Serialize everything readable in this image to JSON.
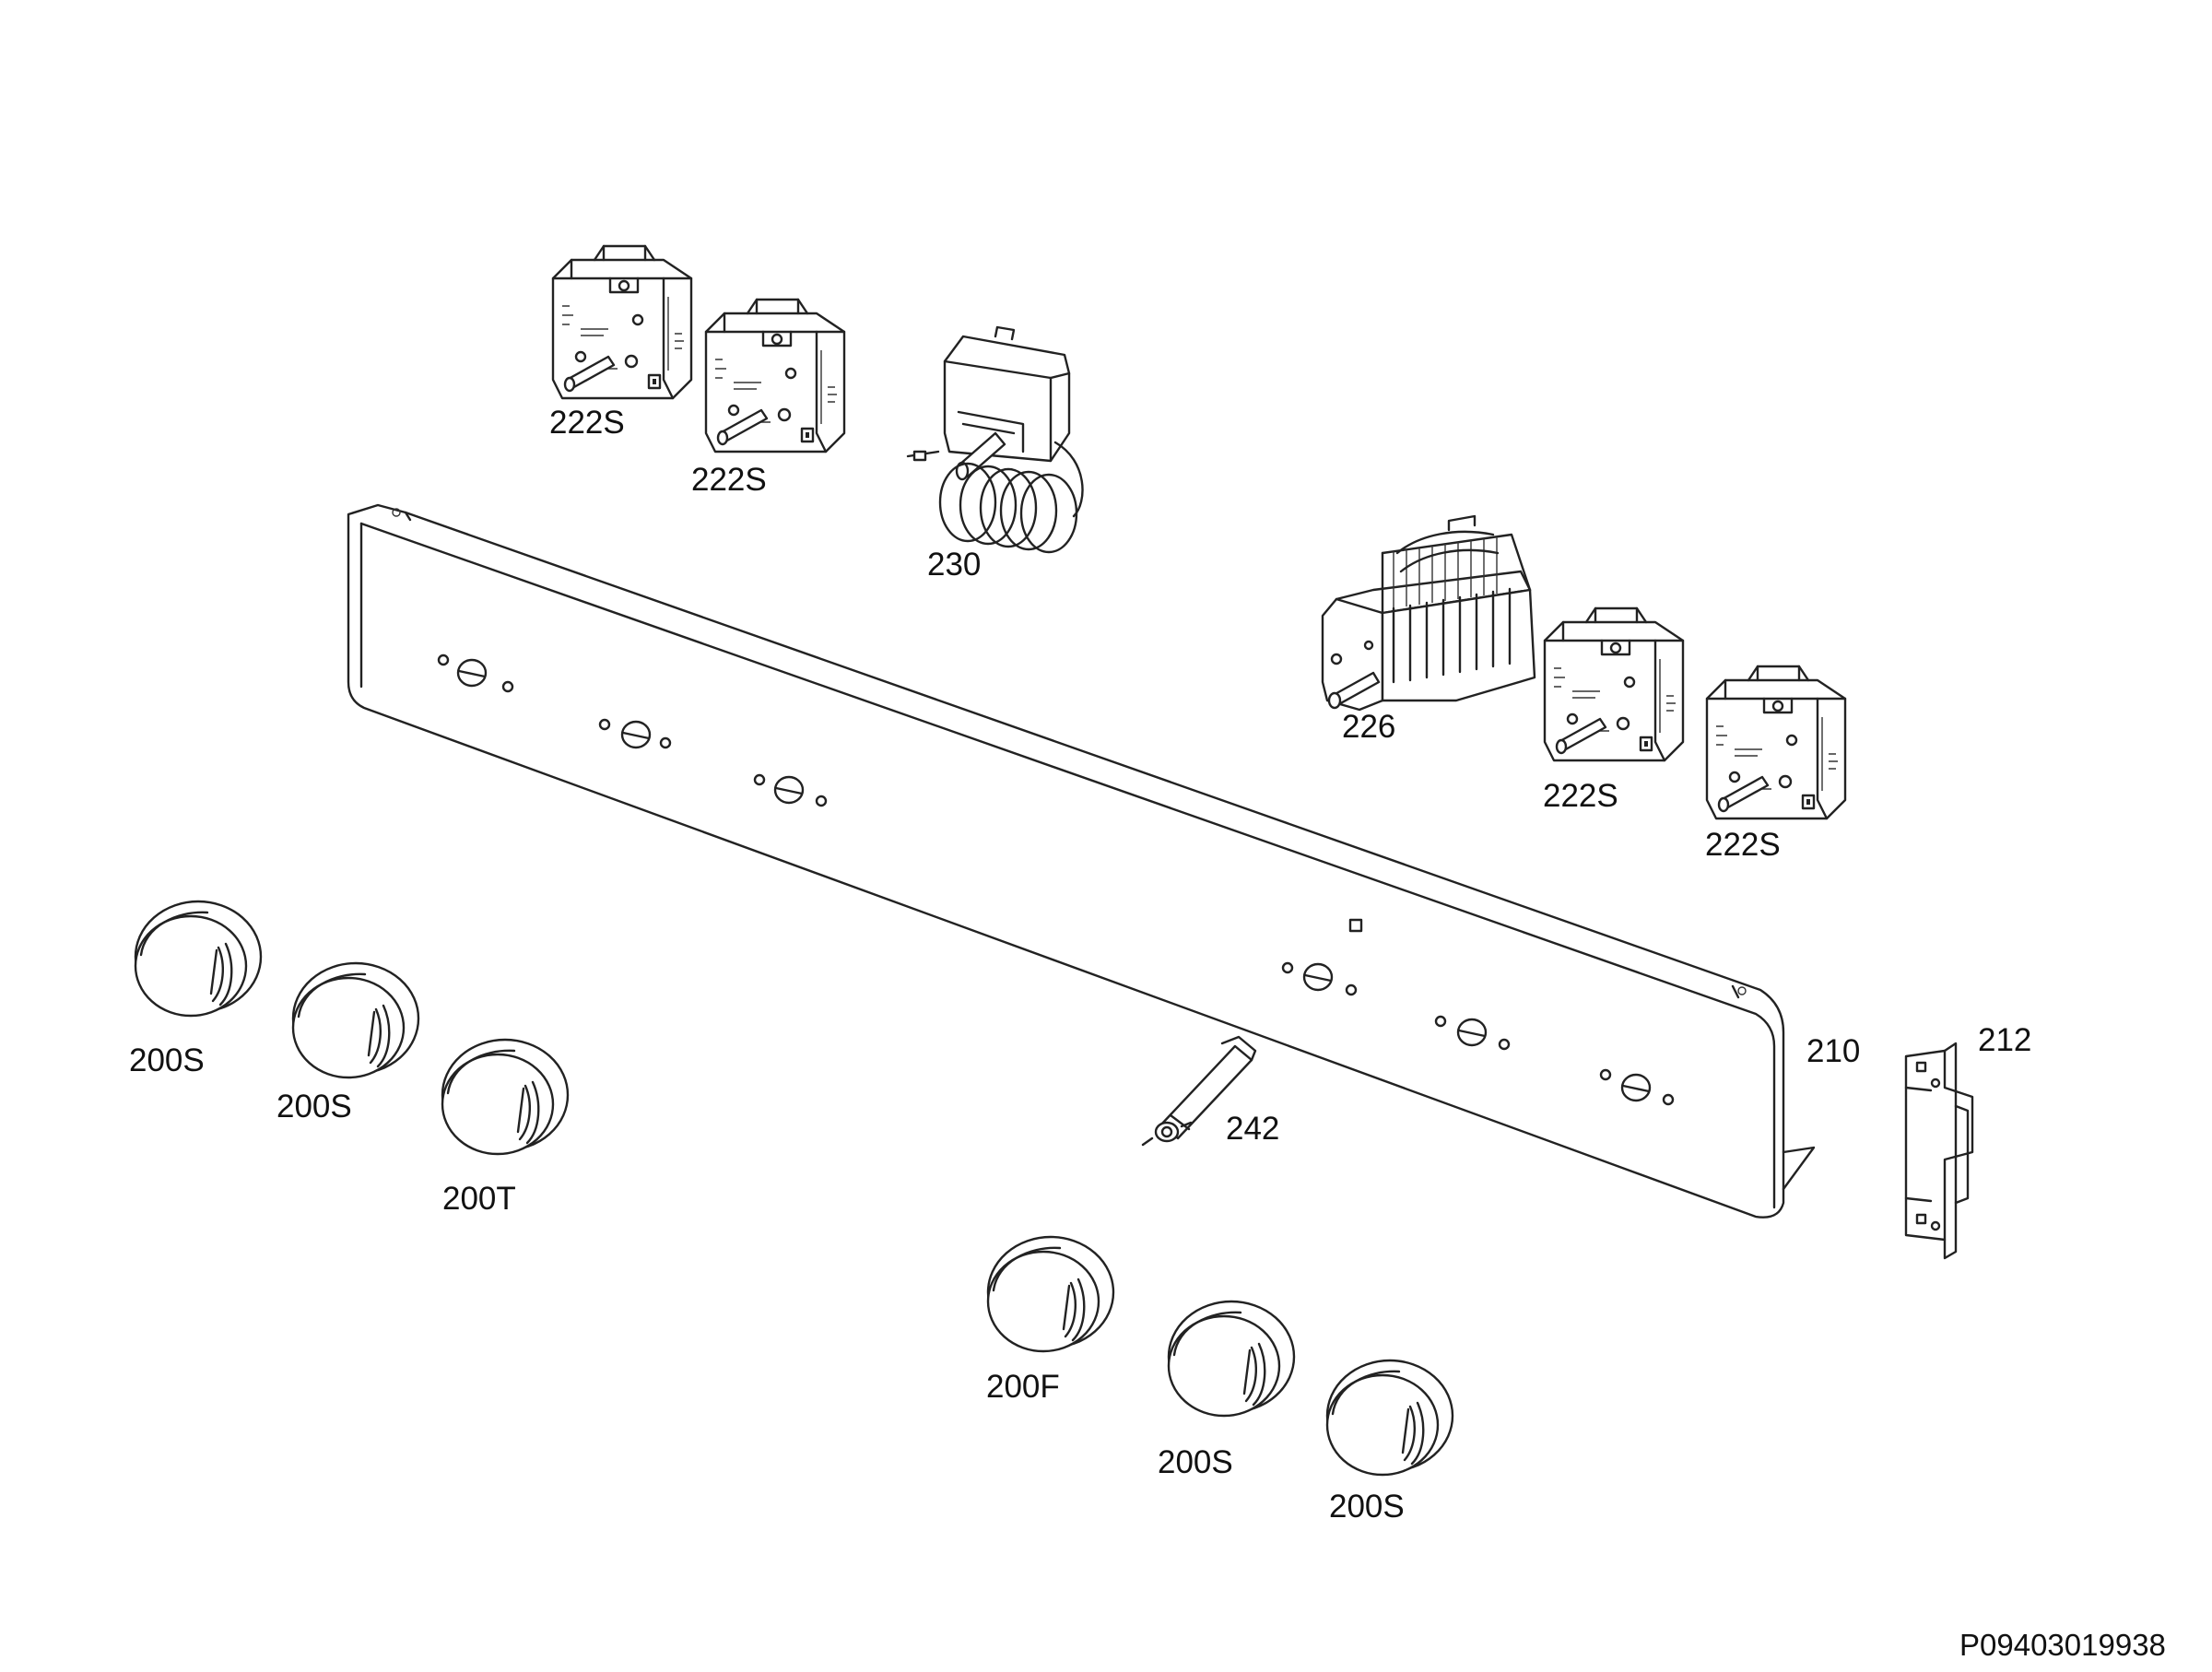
{
  "parts": {
    "switch_a": "222S",
    "switch_b": "222S",
    "thermostat": "230",
    "selector": "226",
    "switch_c": "222S",
    "switch_d": "222S",
    "panel": "210",
    "bracket": "212",
    "lamp": "242",
    "knob_1": "200S",
    "knob_2": "200S",
    "knob_3": "200T",
    "knob_4": "200F",
    "knob_5": "200S",
    "knob_6": "200S"
  },
  "document_number": "P09403019938",
  "stroke_color": "#222222",
  "background_color": "#ffffff"
}
